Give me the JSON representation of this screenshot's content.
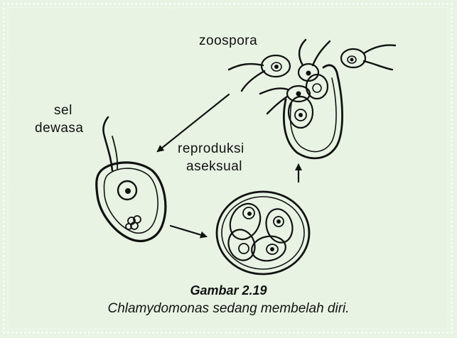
{
  "labels": {
    "zoospora": "zoospora",
    "sel_line1": "sel",
    "sel_line2": "dewasa",
    "repro_line1": "reproduksi",
    "repro_line2": "aseksual"
  },
  "caption": {
    "title": "Gambar 2.19",
    "text": "Chlamydomonas sedang membelah diri."
  },
  "colors": {
    "background": "#e8f3e4",
    "ink": "#111111"
  }
}
